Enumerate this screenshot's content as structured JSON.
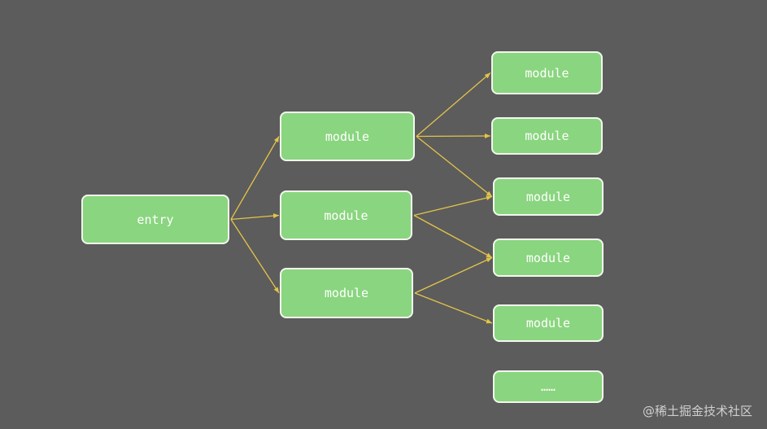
{
  "diagram": {
    "colors": {
      "background": "#5c5c5c",
      "node_fill": "#8ad57f",
      "node_border": "#f2f8ee",
      "edge": "#e3c449",
      "text": "#ffffff"
    },
    "nodes": [
      {
        "id": "entry",
        "label": "entry"
      },
      {
        "id": "m1",
        "label": "module"
      },
      {
        "id": "m2",
        "label": "module"
      },
      {
        "id": "m3",
        "label": "module"
      },
      {
        "id": "r1",
        "label": "module"
      },
      {
        "id": "r2",
        "label": "module"
      },
      {
        "id": "r3",
        "label": "module"
      },
      {
        "id": "r4",
        "label": "module"
      },
      {
        "id": "r5",
        "label": "module"
      },
      {
        "id": "r6",
        "label": "……"
      }
    ],
    "edges": [
      [
        "entry",
        "m1"
      ],
      [
        "entry",
        "m2"
      ],
      [
        "entry",
        "m3"
      ],
      [
        "m1",
        "r1"
      ],
      [
        "m1",
        "r2"
      ],
      [
        "m1",
        "r3"
      ],
      [
        "m2",
        "r3"
      ],
      [
        "m2",
        "r4"
      ],
      [
        "m3",
        "r4"
      ],
      [
        "m3",
        "r5"
      ]
    ]
  },
  "watermark": "@稀土掘金技术社区"
}
